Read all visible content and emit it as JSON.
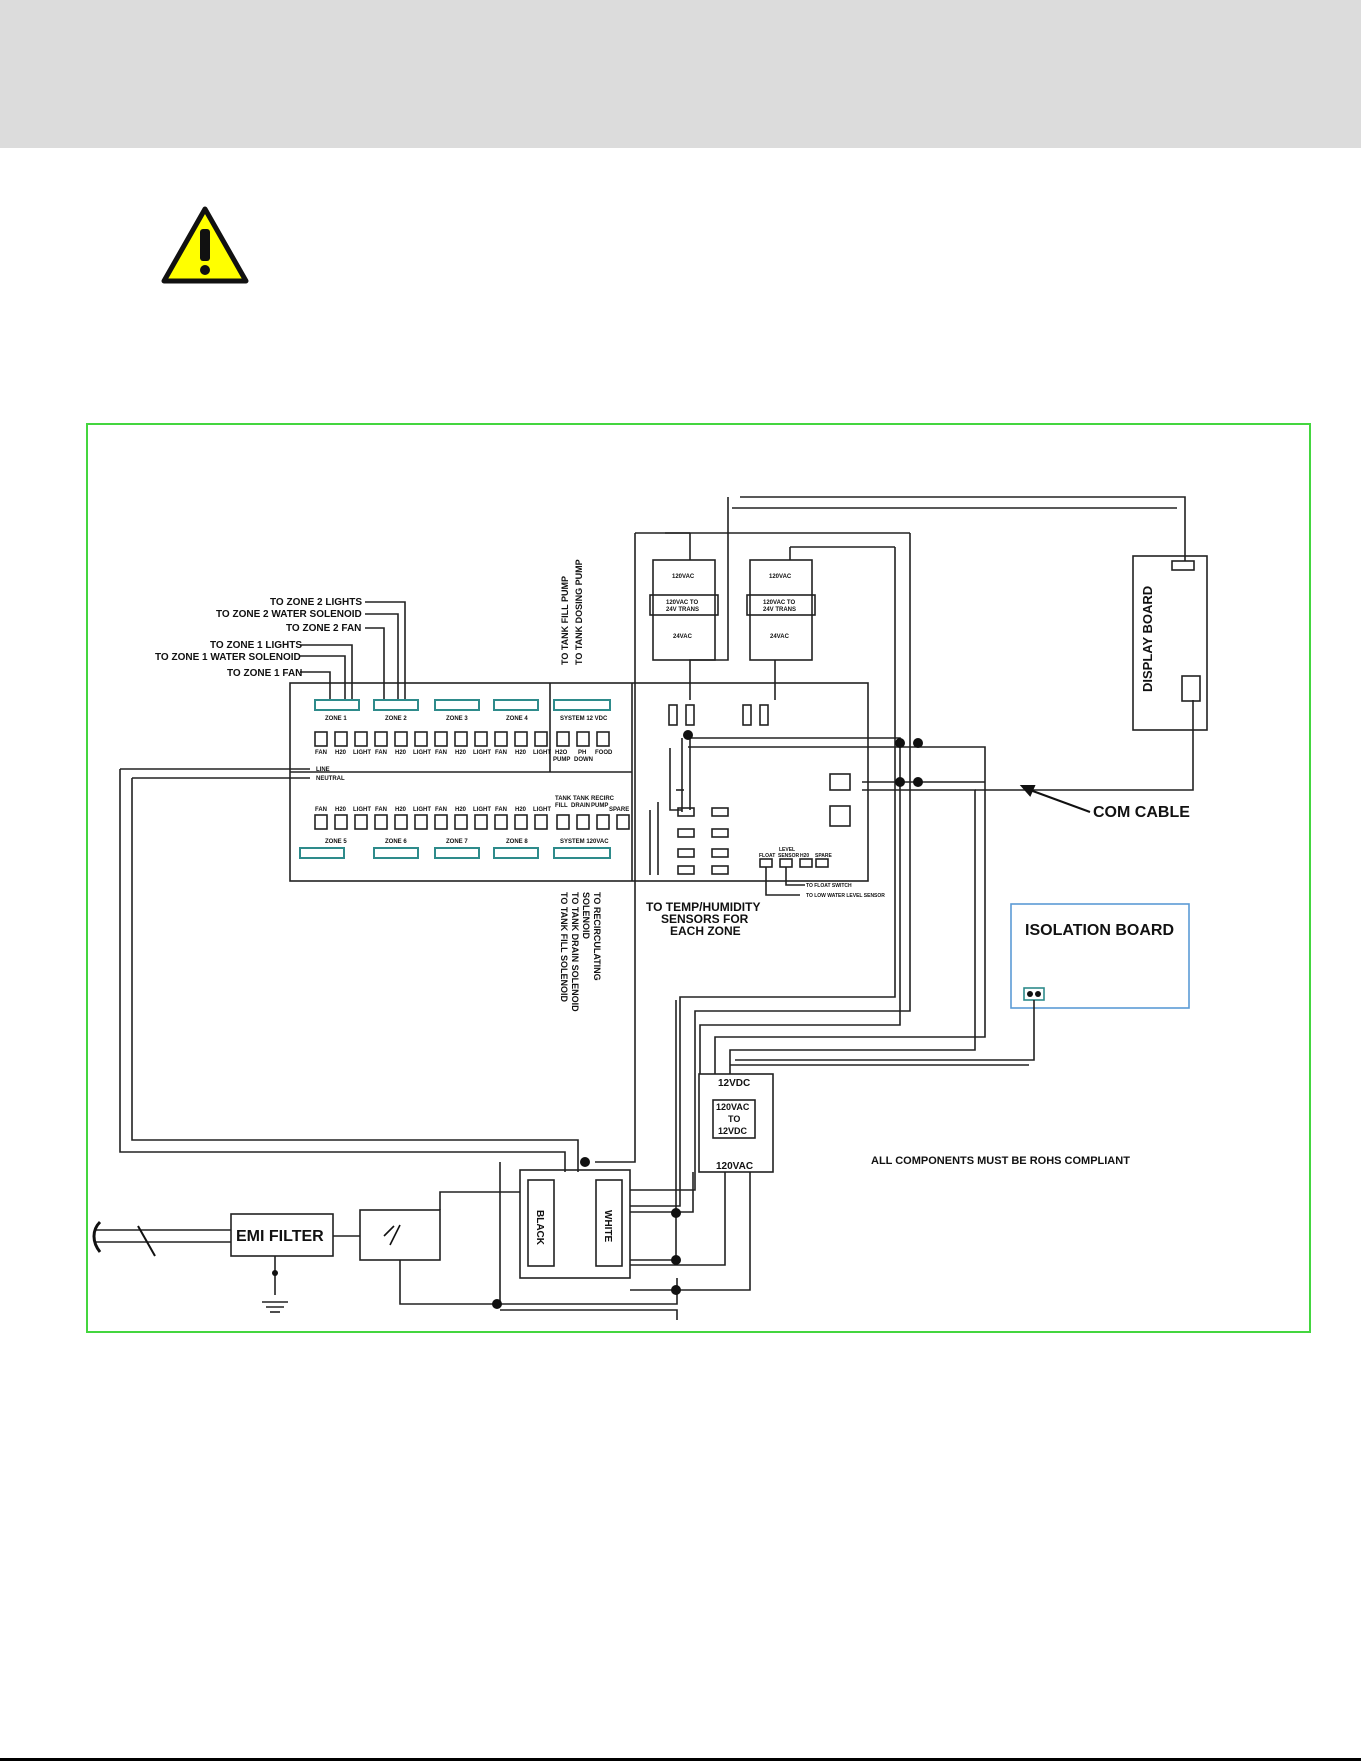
{
  "colors": {
    "header_band": "#dcdcdc",
    "frame": "#44d63f",
    "isolation_border": "#5b9bd5",
    "warning_fill": "#ffff00",
    "connector": "#2e8b8b"
  },
  "labels": {
    "display_board": "DISPLAY BOARD",
    "com_cable": "COM CABLE",
    "isolation_board": "ISOLATION BOARD",
    "rohs": "ALL COMPONENTS MUST BE ROHS COMPLIANT",
    "emi_filter": "EMI FILTER",
    "black": "BLACK",
    "white": "WHITE",
    "v12dc": "12VDC",
    "v120ac": "120VAC",
    "conv": [
      "120VAC",
      "TO",
      "12VDC"
    ],
    "trans_top": "120VAC",
    "trans_mid": [
      "120VAC TO",
      "24V TRANS"
    ],
    "trans_bot": "24VAC",
    "line": "LINE",
    "neutral": "NEUTRAL",
    "temp_sensors": [
      "TO TEMP/HUMIDITY",
      "SENSORS FOR",
      "EACH ZONE"
    ],
    "zone_callouts": [
      "TO ZONE 2 LIGHTS",
      "TO ZONE 2 WATER SOLENOID",
      "TO ZONE 2 FAN",
      "TO ZONE 1 LIGHTS",
      "TO ZONE 1 WATER SOLENOID",
      "TO ZONE 1 FAN"
    ],
    "pump_callouts": [
      "TO TANK FILL PUMP",
      "TO TANK DOSING PUMP"
    ],
    "solenoid_callouts": [
      "TO TANK FILL SOLENOID",
      "TO TANK DRAIN SOLENOID",
      "SOLENOID",
      "TO RECIRCULATING"
    ],
    "zones_top": [
      "ZONE 1",
      "ZONE 2",
      "ZONE 3",
      "ZONE 4"
    ],
    "system_top": "SYSTEM 12 VDC",
    "zones_bottom": [
      "ZONE 5",
      "ZONE 6",
      "ZONE 7",
      "ZONE 8"
    ],
    "system_bottom": "SYSTEM 120VAC",
    "relay_top": [
      "FAN",
      "H20",
      "LIGHT",
      "FAN",
      "H20",
      "LIGHT",
      "FAN",
      "H20",
      "LIGHT",
      "FAN",
      "H20",
      "LIGHT",
      "H2O",
      "PH",
      "FOOD"
    ],
    "relay_top_sub": [
      "PUMP",
      "DOWN"
    ],
    "relay_bottom": [
      "FAN",
      "H20",
      "LIGHT",
      "FAN",
      "H20",
      "LIGHT",
      "FAN",
      "H20",
      "LIGHT",
      "FAN",
      "H20",
      "LIGHT"
    ],
    "relay_bottom_sys": [
      "TANK",
      "TANK",
      "RECIRC",
      "FILL",
      "DRAIN",
      "PUMP",
      "SPARE"
    ],
    "level": "LEVEL",
    "level_items": [
      "FLOAT",
      "SENSOR",
      "H20",
      "SPARE"
    ],
    "level_callouts": [
      "TO LOW WATER LEVEL SENSOR",
      "TO FLOAT SWITCH"
    ]
  }
}
